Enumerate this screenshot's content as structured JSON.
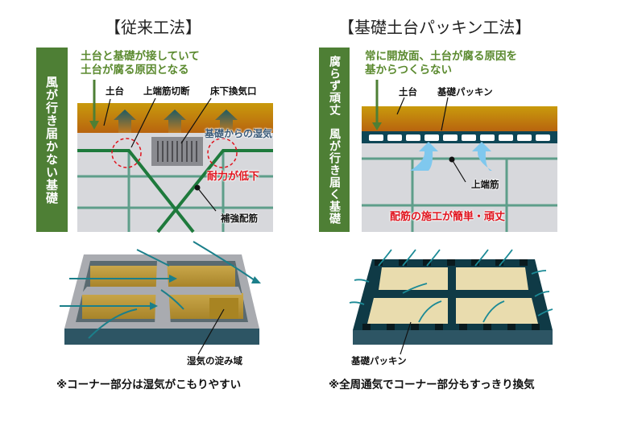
{
  "left": {
    "title": "【従来工法】",
    "side_label": "風が行き届かない基礎",
    "heading_line1": "土台と基礎が接していて",
    "heading_line2": "土台が腐る原因となる",
    "labels": {
      "sill": "土台",
      "rebar_cut": "上端筋切断",
      "vent": "床下換気口",
      "moisture": "基礎からの湿気",
      "strength_down": "耐力が低下",
      "reinforcement": "補強配筋"
    },
    "stagnant_label": "湿気の淀み域",
    "caption": "※コーナー部分は湿気がこもりやすい"
  },
  "right": {
    "title": "【基礎土台パッキン工法】",
    "side_label": "腐らず頑丈　風が行き届く基礎",
    "heading_line1": "常に開放面、土台が腐る原因を",
    "heading_line2": "基からつくらない",
    "labels": {
      "sill": "土台",
      "packing": "基礎パッキン",
      "top_rebar": "上端筋",
      "easy": "配筋の施工が簡単・頑丈"
    },
    "packing_label": "基礎パッキン",
    "caption": "※全周通気でコーナー部分もすっきり換気"
  },
  "colors": {
    "green_bar": "#4e7f35",
    "wood_top": "#c99a0c",
    "wood_bottom": "#b8640f",
    "concrete": "#d7d8dc",
    "rebar": "#5e9e8a",
    "packing": "#0e4656",
    "alert": "#e0141e"
  }
}
